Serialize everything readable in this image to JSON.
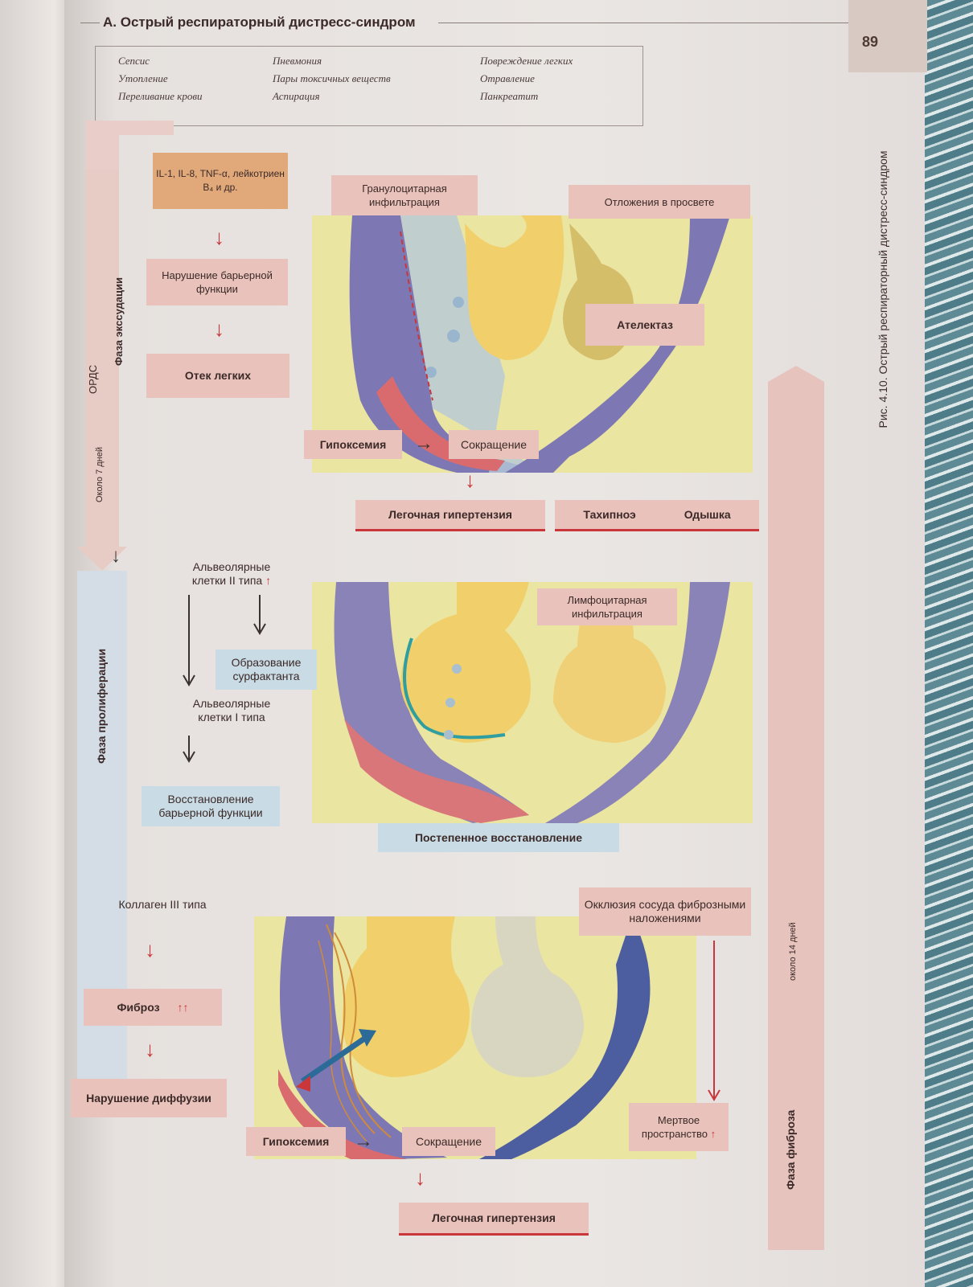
{
  "page": {
    "number": "89",
    "title": "А. Острый респираторный дистресс-синдром",
    "side_caption": "Рис. 4.10. Острый респираторный дистресс-синдром"
  },
  "causes": {
    "col1": [
      "Сепсис",
      "Утопление",
      "Переливание крови"
    ],
    "col2": [
      "Пневмония",
      "Пары токсичных веществ",
      "Аспирация"
    ],
    "col3": [
      "Повреждение легких",
      "Отравление",
      "Панкреатит"
    ]
  },
  "phase_labels": {
    "ards": "ОРДС",
    "exudation": "Фаза экссудации",
    "about_7_days": "Около 7 дней",
    "proliferation": "Фаза пролиферации",
    "fibrosis": "Фаза фиброза",
    "about_14_days": "около 14 дней"
  },
  "exudation": {
    "mediators": "IL-1, IL-8, TNF-α, лейкотриен B₄ и др.",
    "barrier_disruption": "Нарушение барьерной функции",
    "lung_edema": "Отек легких",
    "granulocyte_infiltration": "Гранулоцитарная инфильтрация",
    "deposits": "Отложения в просвете",
    "atelectasis": "Ателектаз",
    "hypoxemia": "Гипоксемия",
    "contraction": "Сокращение",
    "pulmonary_hypertension": "Легочная гипертензия",
    "tachypnea": "Тахипноэ",
    "dyspnea": "Одышка"
  },
  "proliferation": {
    "alveolar_type2_line1": "Альвеолярные",
    "alveolar_type2_line2": "клетки II типа",
    "surfactant": "Образование сурфактанта",
    "alveolar_type1_line1": "Альвеолярные",
    "alveolar_type1_line2": "клетки I типа",
    "barrier_restore": "Восстановление барьерной функции",
    "lymphocyte_infiltration": "Лимфоцитарная инфильтрация",
    "gradual_recovery": "Постепенное восстановление"
  },
  "fibrosis": {
    "collagen": "Коллаген III типа",
    "fibrosis": "Фиброз",
    "diffusion_disorder": "Нарушение диффузии",
    "occlusion": "Окклюзия сосуда фиброзными наложениями",
    "dead_space": "Мертвое пространство",
    "hypoxemia": "Гипоксемия",
    "contraction": "Сокращение",
    "pulmonary_hypertension": "Легочная гипертензия"
  },
  "symbols": {
    "up": "↑",
    "double_up": "↑↑"
  },
  "colors": {
    "accent_red": "#c9373b",
    "label_pink": "#e9c3bb",
    "label_blue": "#c9dbe4",
    "label_orange": "#e1a97a",
    "panel_yellow": "#ebe3a3"
  }
}
